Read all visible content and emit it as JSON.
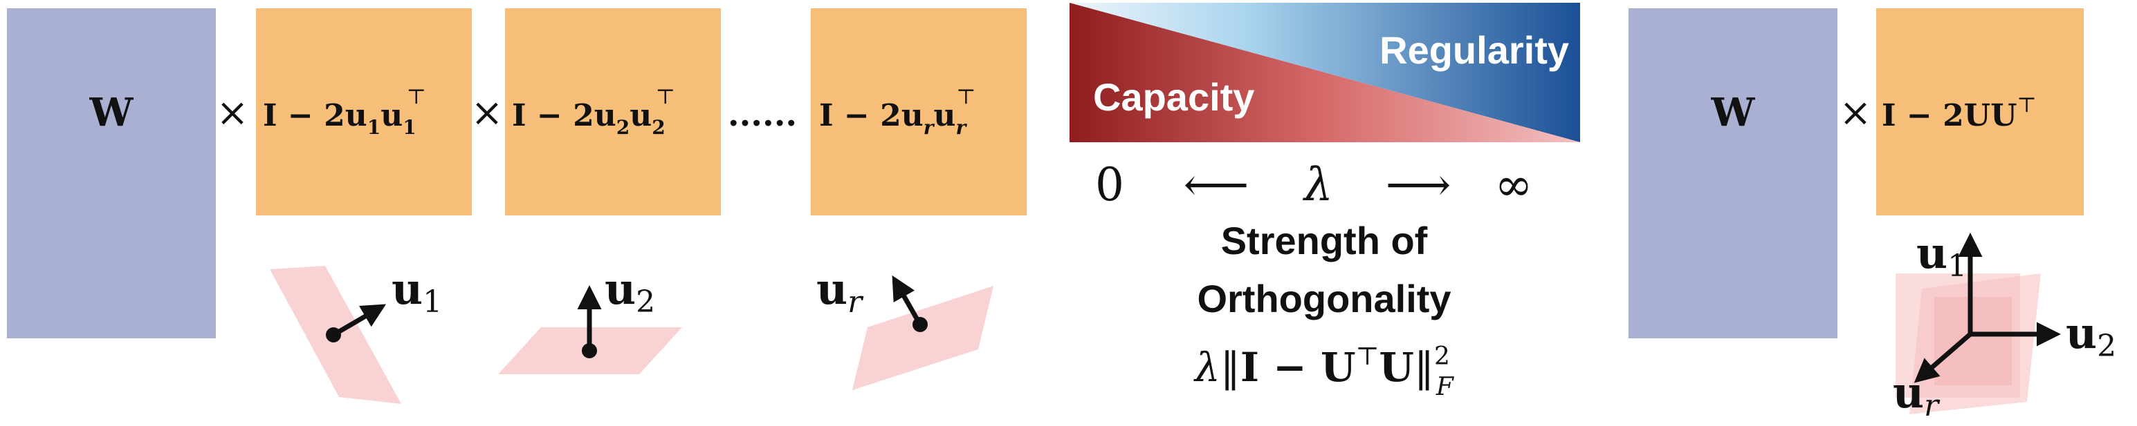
{
  "colors": {
    "weight_block": "#aab0d1",
    "reflector_block": "#f7be7a",
    "plane_fill": "#f9d3d3",
    "capacity_red": "#8f1d1f",
    "regularity_blue": "#1a4f96",
    "text": "#111111"
  },
  "left": {
    "weight_label": "W",
    "times": "×",
    "reflectors": [
      {
        "main": "I − 2u",
        "sub1": "1",
        "mid": "u",
        "sub2": "1",
        "sup": "⊤"
      },
      {
        "main": "I − 2u",
        "sub1": "2",
        "mid": "u",
        "sub2": "2",
        "sup": "⊤"
      },
      {
        "main": "I − 2u",
        "sub1": "r",
        "mid": "u",
        "sub2": "r",
        "sup": "⊤"
      }
    ],
    "dots": "......",
    "vectors": [
      {
        "base": "u",
        "sub": "1"
      },
      {
        "base": "u",
        "sub": "2"
      },
      {
        "base": "u",
        "sub": "r"
      }
    ]
  },
  "middle": {
    "regularity_label": "Regularity",
    "capacity_label": "Capacity",
    "axis_zero": "0",
    "axis_left_arrow": "⟵",
    "axis_lambda": "λ",
    "axis_right_arrow": "⟶",
    "axis_inf": "∞",
    "caption_line1": "Strength of",
    "caption_line2": "Orthogonality",
    "formula": {
      "lambda": "λ‖",
      "bold": "I − U",
      "sup": "⊤",
      "bold2": "U",
      "close": "‖",
      "exp": "2",
      "sub": "F"
    }
  },
  "right": {
    "weight_label": "W",
    "times": "×",
    "reflector": {
      "main": "I − 2UU",
      "sup": "⊤"
    },
    "axes": [
      {
        "base": "u",
        "sub": "1"
      },
      {
        "base": "u",
        "sub": "2"
      },
      {
        "base": "u",
        "sub": "r"
      }
    ]
  }
}
